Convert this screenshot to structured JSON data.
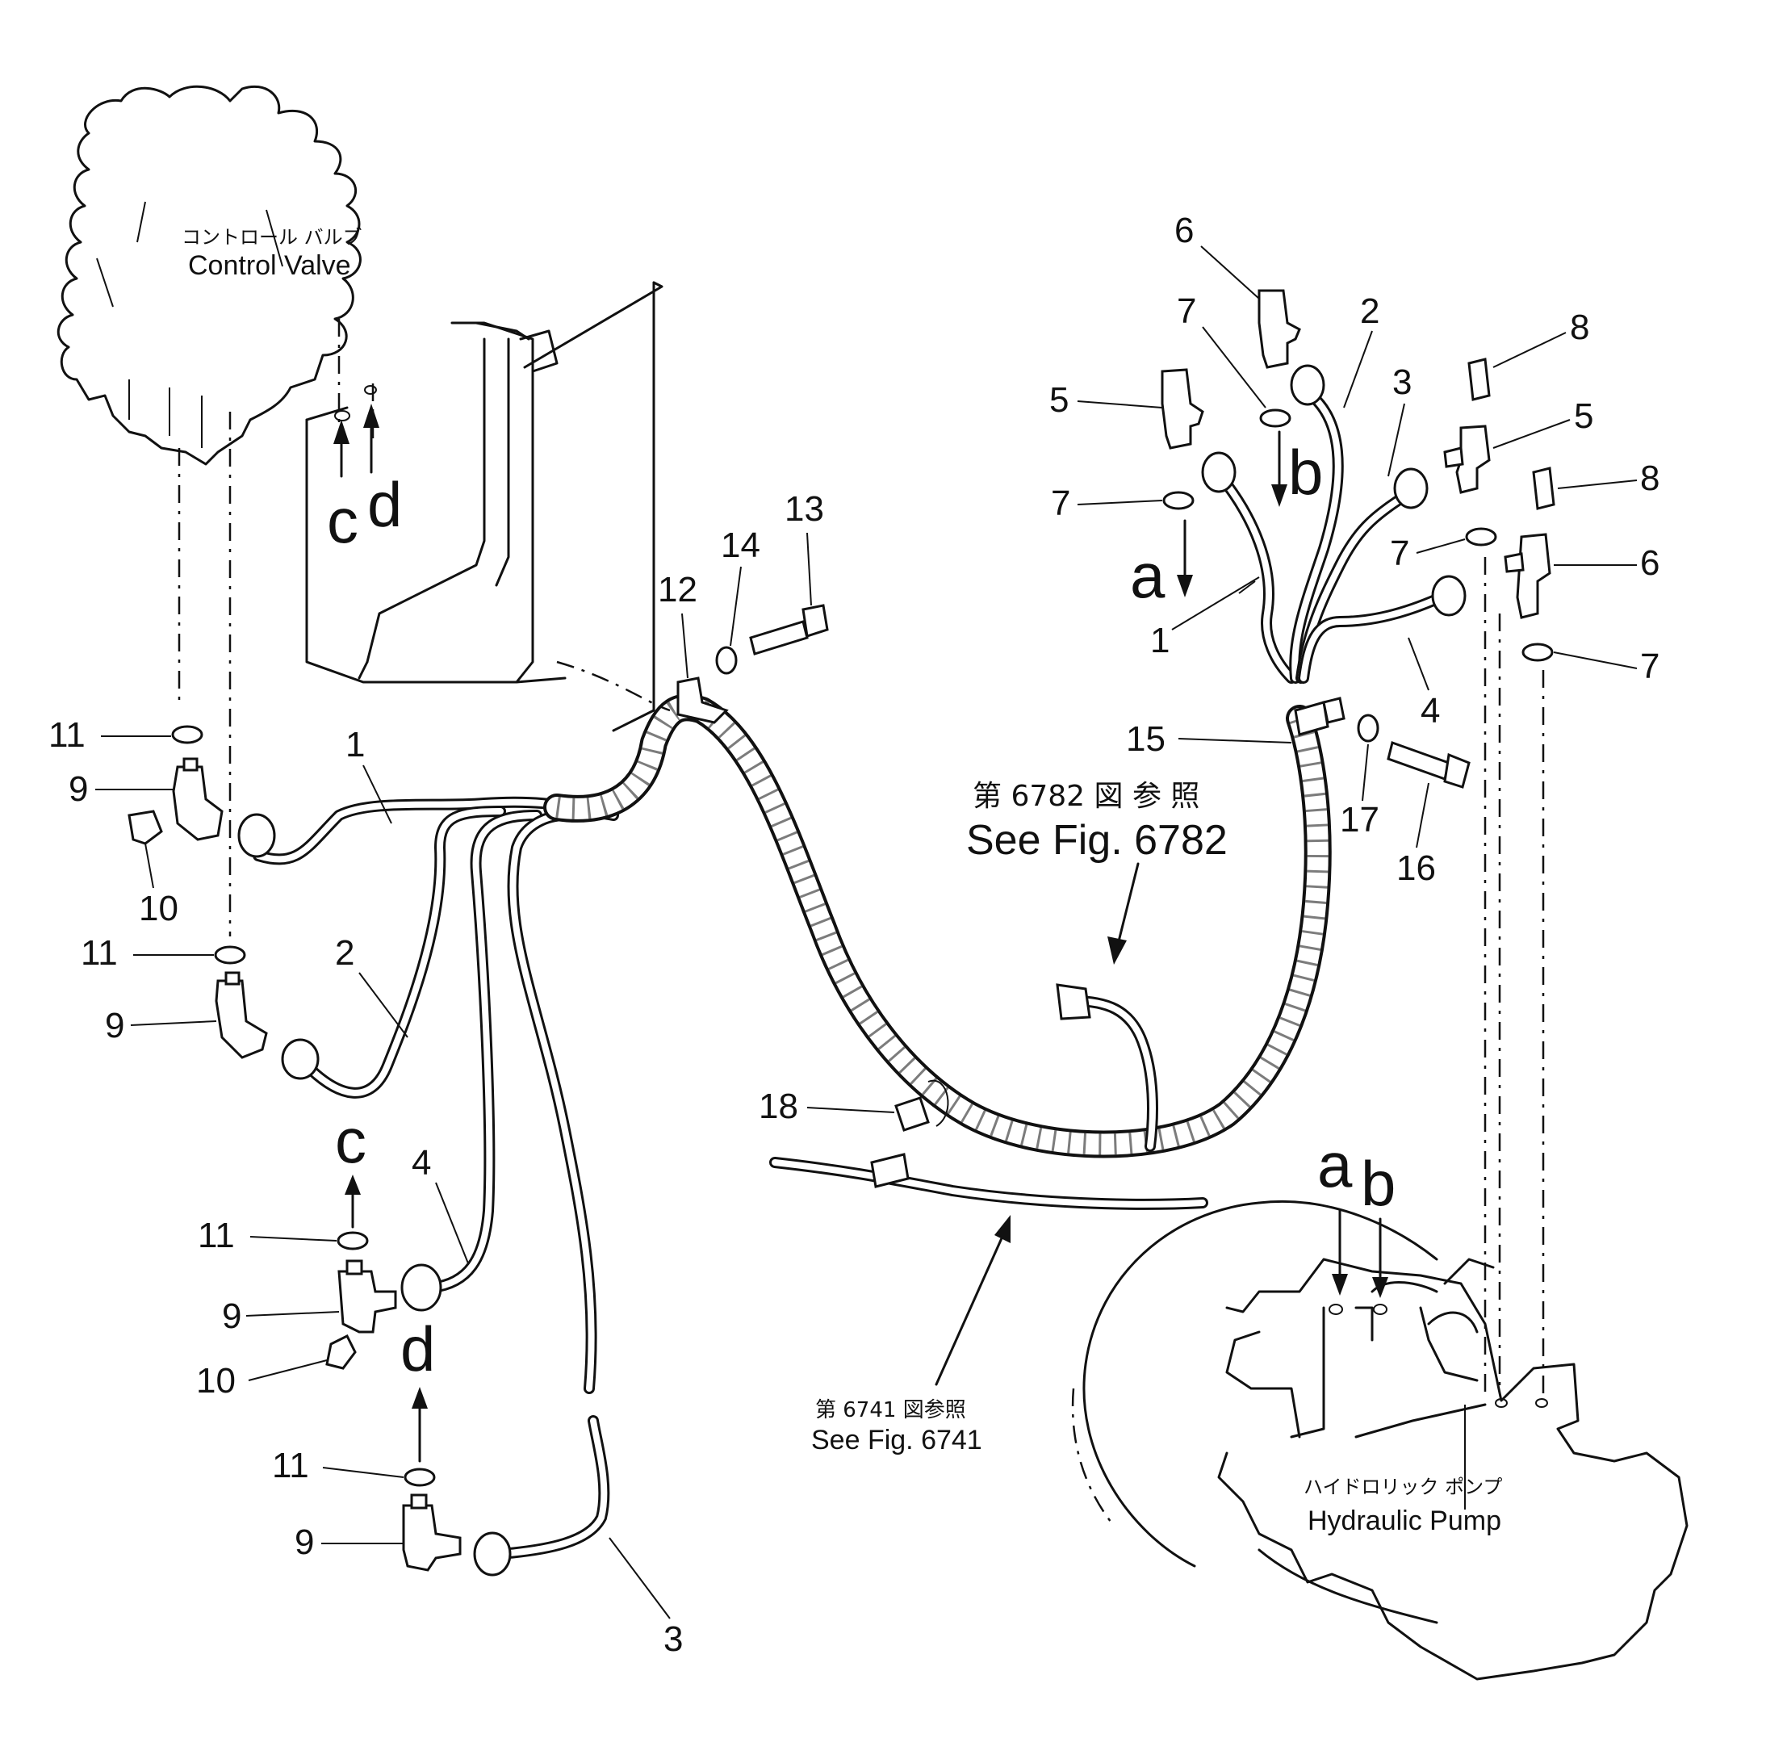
{
  "labels": {
    "control_valve_jp": "コントロール バルブ",
    "control_valve_en": "Control Valve",
    "hydraulic_pump_jp": "ハイドロリック ポンプ",
    "hydraulic_pump_en": "Hydraulic Pump",
    "see_6782_jp": "第 6782 図 参 照",
    "see_6782_en": "See Fig. 6782",
    "see_6741_jp": "第 6741 図参照",
    "see_6741_en": "See Fig. 6741"
  },
  "ports": {
    "a": "a",
    "b": "b",
    "c": "c",
    "d": "d"
  },
  "part_numbers": {
    "p1": "1",
    "p2": "2",
    "p3": "3",
    "p4": "4",
    "p5": "5",
    "p6": "6",
    "p7": "7",
    "p8": "8",
    "p9": "9",
    "p10": "10",
    "p11": "11",
    "p12": "12",
    "p13": "13",
    "p14": "14",
    "p15": "15",
    "p16": "16",
    "p17": "17",
    "p18": "18"
  }
}
